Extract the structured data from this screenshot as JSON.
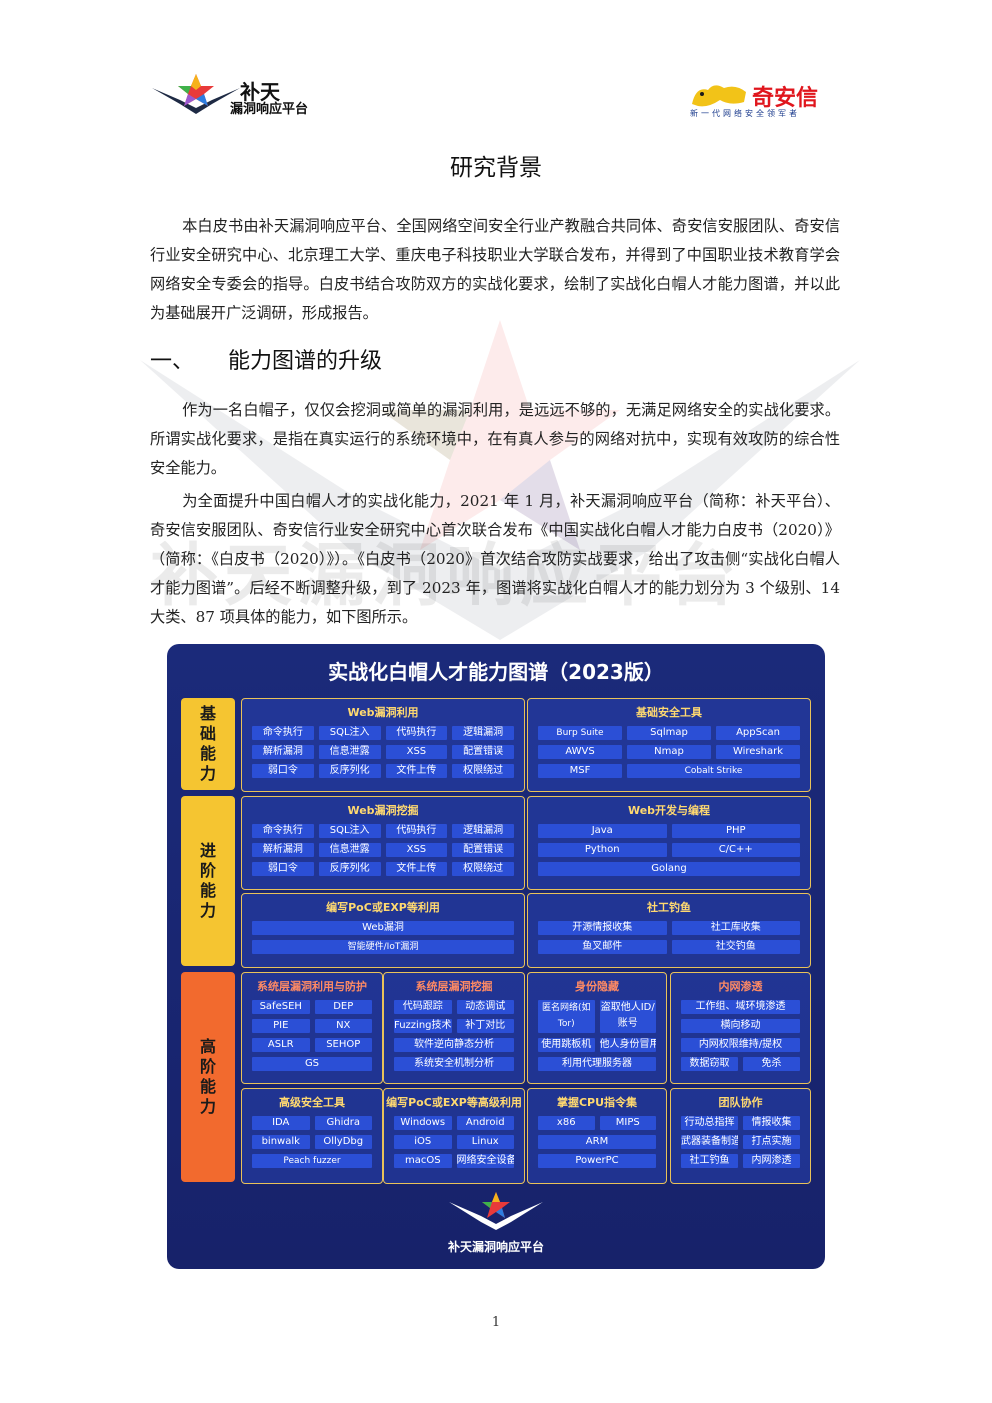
{
  "header": {
    "left_logo_line1": "补天",
    "left_logo_line2": "漏洞响应平台",
    "right_logo_brand": "奇安信",
    "right_logo_slogan": "新一代网络安全领军者"
  },
  "watermark_text": "补天漏洞响应平台",
  "title": "研究背景",
  "intro": "本白皮书由补天漏洞响应平台、全国网络空间安全行业产教融合共同体、奇安信安服团队、奇安信行业安全研究中心、北京理工大学、重庆电子科技职业大学联合发布，并得到了中国职业技术教育学会网络安全专委会的指导。白皮书结合攻防双方的实战化要求，绘制了实战化白帽人才能力图谱，并以此为基础展开广泛调研，形成报告。",
  "section1": {
    "num": "一、",
    "title": "能力图谱的升级"
  },
  "para1": "作为一名白帽子，仅仅会挖洞或简单的漏洞利用，是远远不够的，无满足网络安全的实战化要求。所谓实战化要求，是指在真实运行的系统环境中，在有真人参与的网络对抗中，实现有效攻防的综合性安全能力。",
  "para2": "为全面提升中国白帽人才的实战化能力，2021 年 1 月，补天漏洞响应平台（简称：补天平台）、奇安信安服团队、奇安信行业安全研究中心首次联合发布《中国实战化白帽人才能力白皮书（2020）》（简称：《白皮书（2020）》）。《白皮书（2020》首次结合攻防实战要求，给出了攻击侧“实战化白帽人才能力图谱”。后经不断调整升级，到了 2023 年，图谱将实战化白帽人才的能力划分为 3 个级别、14 大类、87 项具体的能力，如下图所示。",
  "chart": {
    "title": "实战化白帽人才能力图谱（2023版）",
    "levels": [
      {
        "label": "基础能力",
        "color": "#f5c531"
      },
      {
        "label": "进阶能力",
        "color": "#f5c531"
      },
      {
        "label": "高阶能力",
        "color": "#f26a2e"
      }
    ],
    "cards": [
      {
        "title": "Web漏洞利用",
        "items": [
          "命令执行",
          "SQL注入",
          "代码执行",
          "逻辑漏洞",
          "解析漏洞",
          "信息泄露",
          "XSS",
          "配置错误",
          "弱口令",
          "反序列化",
          "文件上传",
          "权限绕过"
        ]
      },
      {
        "title": "基础安全工具",
        "items": [
          "Burp Suite",
          "Sqlmap",
          "AppScan",
          "AWVS",
          "Nmap",
          "Wireshark",
          "MSF",
          "Cobalt Strike"
        ]
      },
      {
        "title": "Web漏洞挖掘",
        "items": [
          "命令执行",
          "SQL注入",
          "代码执行",
          "逻辑漏洞",
          "解析漏洞",
          "信息泄露",
          "XSS",
          "配置错误",
          "弱口令",
          "反序列化",
          "文件上传",
          "权限绕过"
        ]
      },
      {
        "title": "Web开发与编程",
        "items": [
          "Java",
          "PHP",
          "Python",
          "C/C++",
          "Golang"
        ]
      },
      {
        "title": "编写PoC或EXP等利用",
        "items": [
          "Web漏洞",
          "智能硬件/IoT漏洞"
        ]
      },
      {
        "title": "社工钓鱼",
        "items": [
          "开源情报收集",
          "社工库收集",
          "鱼叉邮件",
          "社交钓鱼"
        ]
      },
      {
        "title": "系统层漏洞利用与防护",
        "items": [
          "SafeSEH",
          "DEP",
          "PIE",
          "NX",
          "ASLR",
          "SEHOP",
          "GS"
        ]
      },
      {
        "title": "系统层漏洞挖掘",
        "items": [
          "代码跟踪",
          "动态调试",
          "Fuzzing技术",
          "补丁对比",
          "软件逆向静态分析",
          "系统安全机制分析"
        ]
      },
      {
        "title": "身份隐藏",
        "items": [
          "匿名网络(如Tor)",
          "盗取他人ID/账号",
          "使用跳板机",
          "他人身份冒用",
          "利用代理服务器"
        ]
      },
      {
        "title": "内网渗透",
        "items": [
          "工作组、域环境渗透",
          "横向移动",
          "内网权限维持/提权",
          "数据窃取",
          "免杀"
        ]
      },
      {
        "title": "高级安全工具",
        "items": [
          "IDA",
          "Ghidra",
          "binwalk",
          "OllyDbg",
          "Peach fuzzer"
        ]
      },
      {
        "title": "编写PoC或EXP等高级利用",
        "items": [
          "Windows",
          "Android",
          "iOS",
          "Linux",
          "macOS",
          "网络安全设备"
        ]
      },
      {
        "title": "掌握CPU指令集",
        "items": [
          "x86",
          "MIPS",
          "ARM",
          "PowerPC"
        ]
      },
      {
        "title": "团队协作",
        "items": [
          "行动总指挥",
          "情报收集",
          "武器装备制造",
          "打点实施",
          "社工钓鱼",
          "内网渗透"
        ]
      }
    ],
    "footer_logo": "补天漏洞响应平台",
    "colors": {
      "background": "#1b2a7a",
      "cell": "#2b4fd6",
      "border": "#e9c25a",
      "title_gold": "#ffd970",
      "title_red": "#ff8a64"
    }
  },
  "page_number": "1"
}
